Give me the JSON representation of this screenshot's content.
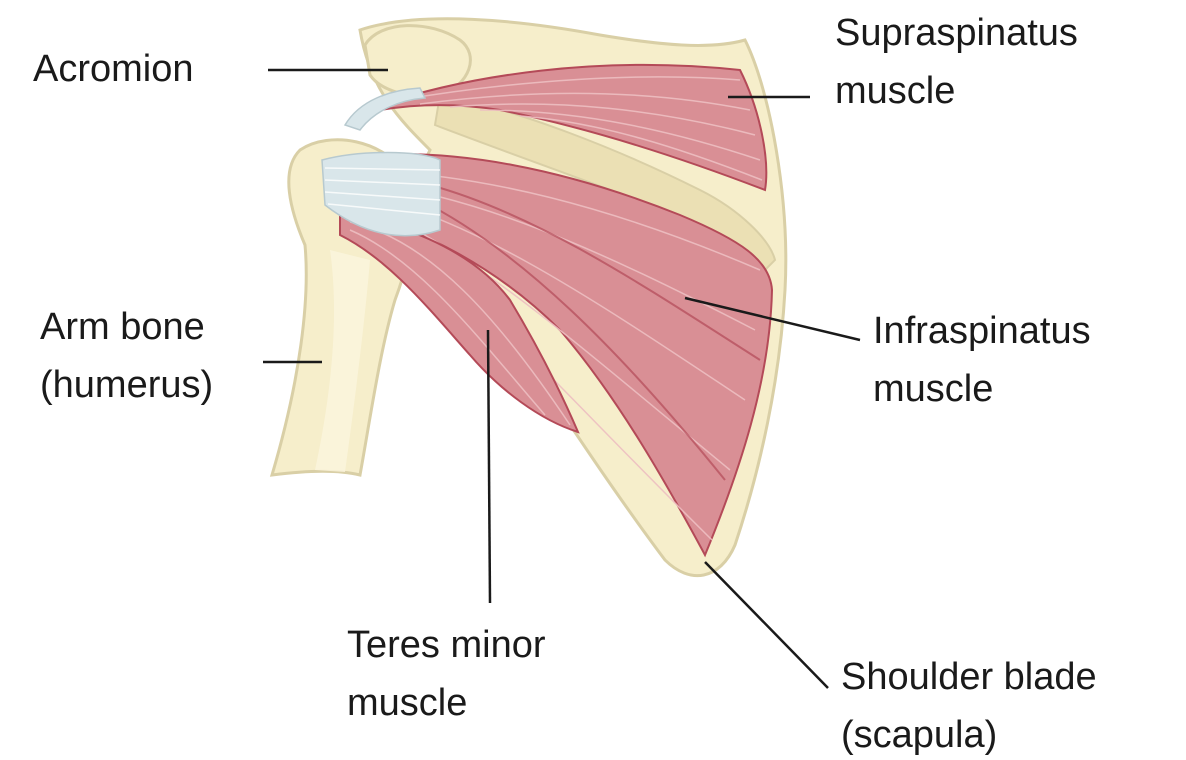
{
  "colors": {
    "bone_fill": "#f6eecb",
    "bone_outline": "#d9cfa6",
    "bone_shade": "#ebe0b4",
    "muscle_fill": "#d98f95",
    "muscle_light": "#eebfc2",
    "muscle_dark": "#b44a58",
    "tendon": "#d9e6ea",
    "leader_line": "#1a1a1a",
    "text": "#1a1a1a"
  },
  "labels": {
    "acromion": {
      "line1": "Acromion"
    },
    "supraspinatus": {
      "line1": "Supraspinatus",
      "line2": "muscle"
    },
    "arm_bone": {
      "line1": "Arm bone",
      "line2": "(humerus)"
    },
    "infraspinatus": {
      "line1": "Infraspinatus",
      "line2": "muscle"
    },
    "teres_minor": {
      "line1": "Teres minor",
      "line2": "muscle"
    },
    "shoulder_blade": {
      "line1": "Shoulder blade",
      "line2": "(scapula)"
    }
  }
}
